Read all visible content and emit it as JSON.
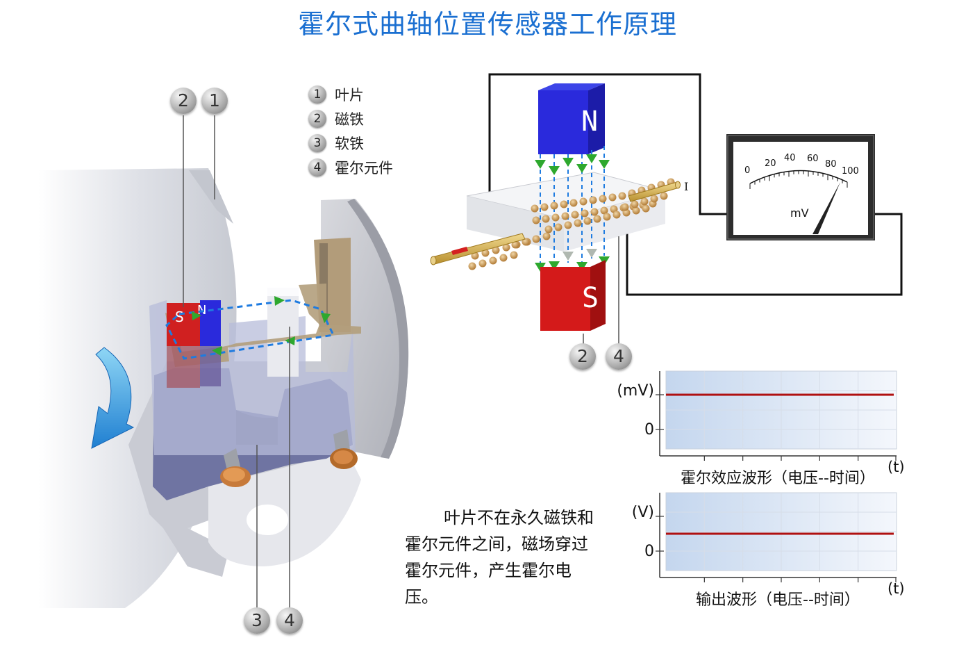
{
  "title": "霍尔式曲轴位置传感器工作原理",
  "legend": [
    {
      "num": "1",
      "label": "叶片"
    },
    {
      "num": "2",
      "label": "磁铁"
    },
    {
      "num": "3",
      "label": "软铁"
    },
    {
      "num": "4",
      "label": "霍尔元件"
    }
  ],
  "callouts": {
    "left_top": [
      "2",
      "1"
    ],
    "left_bottom": [
      "3",
      "4"
    ],
    "right_bottom": [
      "2",
      "4"
    ]
  },
  "magnet": {
    "north": "N",
    "south": "S",
    "small_s": "S",
    "small_n": "N"
  },
  "current_label": "I",
  "meter": {
    "scale": [
      "0",
      "20",
      "40",
      "60",
      "80",
      "100"
    ],
    "unit": "mV"
  },
  "description": "叶片不在永久磁铁和霍尔元件之间，磁场穿过霍尔元件，产生霍尔电压。",
  "chart_data": [
    {
      "type": "line",
      "ylabel": "(mV)",
      "y_tick_label": "0",
      "xlabel": "(t)",
      "caption": "霍尔效应波形（电压--时间）",
      "series": [
        {
          "x": [
            0,
            1
          ],
          "y": [
            1,
            1
          ]
        }
      ],
      "ylim": [
        -1,
        2
      ],
      "color": "#b01010"
    },
    {
      "type": "line",
      "ylabel": "(V)",
      "y_tick_label": "0",
      "xlabel": "(t)",
      "caption": "输出波形（电压--时间）",
      "series": [
        {
          "x": [
            0,
            1
          ],
          "y": [
            0,
            0
          ]
        }
      ],
      "ylim": [
        -1,
        1
      ],
      "color": "#b01010"
    }
  ],
  "colors": {
    "title": "#1a6fd1",
    "north": "#2a2adc",
    "south": "#d41a1a",
    "flux_arrow": "#2ea82e",
    "flux_line": "#1e7be0",
    "rotation_arrow": "#3aa8e8"
  }
}
